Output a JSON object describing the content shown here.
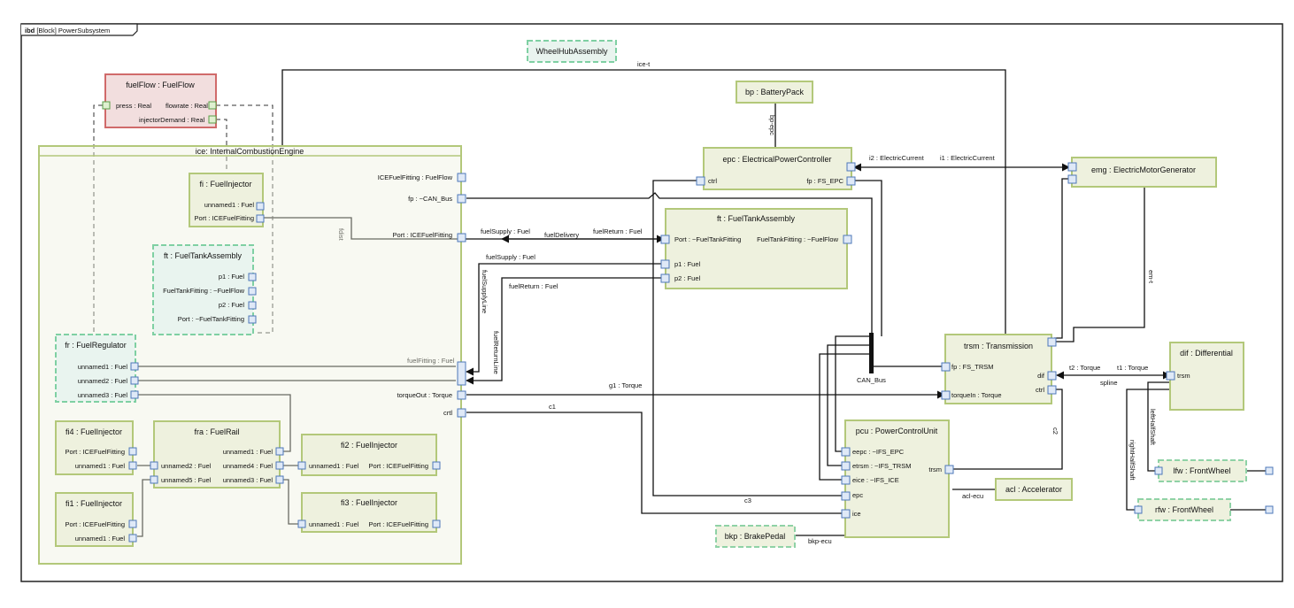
{
  "frame": {
    "kind": "ibd",
    "title": "[Block] PowerSubsystem"
  },
  "blocks": {
    "wheelhub": "WheelHubAssembly",
    "fuelflow": {
      "name": "fuelFlow : FuelFlow",
      "press": "press : Real",
      "flowrate": "flowrate : Real",
      "injector": "injectorDemand : Real"
    },
    "ice": {
      "name": "ice: InternalCombustionEngine",
      "p_icefuel": "ICEFuelFitting : FuelFlow",
      "p_fp": "fp : ~CAN_Bus",
      "p_port": "Port : ICEFuelFitting",
      "p_fuelfitting": "fuelFitting : Fuel",
      "p_torque": "torqueOut : Torque",
      "p_crtl": "crtl"
    },
    "fi": {
      "name": "fi : FuelInjector",
      "unnamed1": "unnamed1 : Fuel",
      "port": "Port : ICEFuelFitting"
    },
    "ft_inner": {
      "name": "ft : FuelTankAssembly",
      "p1": "p1 : Fuel",
      "fitting": "FuelTankFitting : ~FuelFlow",
      "p2": "p2 : Fuel",
      "port": "Port : ~FuelTankFitting"
    },
    "fr": {
      "name": "fr : FuelRegulator",
      "u1": "unnamed1 : Fuel",
      "u2": "unnamed2 : Fuel",
      "u3": "unnamed3 : Fuel"
    },
    "fi4": {
      "name": "fi4 : FuelInjector",
      "port": "Port : ICEFuelFitting",
      "u1": "unnamed1 : Fuel"
    },
    "fi1": {
      "name": "fi1 : FuelInjector",
      "port": "Port : ICEFuelFitting",
      "u1": "unnamed1 : Fuel"
    },
    "fra": {
      "name": "fra : FuelRail",
      "u1": "unnamed1 : Fuel",
      "u2": "unnamed2 : Fuel",
      "u4": "unnamed4 : Fuel",
      "u5": "unnamed5 : Fuel",
      "u3": "unnamed3 : Fuel"
    },
    "fi2": {
      "name": "fi2 : FuelInjector",
      "u1": "unnamed1 : Fuel",
      "port": "Port : ICEFuelFitting"
    },
    "fi3": {
      "name": "fi3 : FuelInjector",
      "u1": "unnamed1 : Fuel",
      "port": "Port : ICEFuelFitting"
    },
    "bp": "bp : BatteryPack",
    "epc": {
      "name": "epc : ElectricalPowerController",
      "ctrl": "ctrl",
      "fp": "fp : FS_EPC"
    },
    "emg": "emg : ElectricMotorGenerator",
    "ft": {
      "name": "ft : FuelTankAssembly",
      "port": "Port : ~FuelTankFitting",
      "fitting": "FuelTankFitting : ~FuelFlow",
      "p1": "p1 : Fuel",
      "p2": "p2 : Fuel"
    },
    "trsm": {
      "name": "trsm : Transmission",
      "fp": "fp : FS_TRSM",
      "torque": "torqueIn : Torque",
      "dif": "dif",
      "ctrl": "ctrl"
    },
    "dif": {
      "name": "dif : Differential",
      "trsm": "trsm"
    },
    "pcu": {
      "name": "pcu : PowerControlUnit",
      "eepc": "eepc : ~IFS_EPC",
      "etrsm": "etrsm : ~IFS_TRSM",
      "eice": "eice : ~IFS_ICE",
      "epc": "epc",
      "ice": "ice",
      "trsm": "trsm"
    },
    "acl": "acl : Accelerator",
    "bkp": "bkp : BrakePedal",
    "lfw": "lfw : FrontWheel",
    "rfw": "rfw : FrontWheel"
  },
  "connectors": {
    "ice_t": "ice-t",
    "bp_epc": "bp-epc",
    "i2": "i2 : ElectricCurrent",
    "i1": "i1 : ElectricCurrent",
    "fdist": "fdist",
    "fuelSupply_top": "fuelSupply : Fuel",
    "fuelDelivery": "fuelDelivery",
    "fuelReturn_top": "fuelReturn : Fuel",
    "fuelSupply2": "fuelSupply : Fuel",
    "fuelReturn2": "fuelReturn : Fuel",
    "fuelSupplyLine": "fuelSupplyLine",
    "fuelReturnLine": "fuelReturnLine",
    "g1": "g1 : Torque",
    "c1": "c1",
    "c2": "c2",
    "c3": "c3",
    "can_bus": "CAN_Bus",
    "em_t": "em-t",
    "t2": "t2 : Torque",
    "t1": "t1 : Torque",
    "spline": "spline",
    "leftHalfShaft": "leftHalfShaft",
    "rightHalfShaft": "rightHalfShaft",
    "acl_ecu": "acl-ecu",
    "bkp_ecu": "bkp-ecu"
  },
  "colors": {
    "block_fill": "#eef1de",
    "block_stroke": "#b3c87a",
    "red_stroke": "#d06a6a",
    "dashed_stroke": "#7fd0a3",
    "port_stroke": "#4e78b8"
  }
}
